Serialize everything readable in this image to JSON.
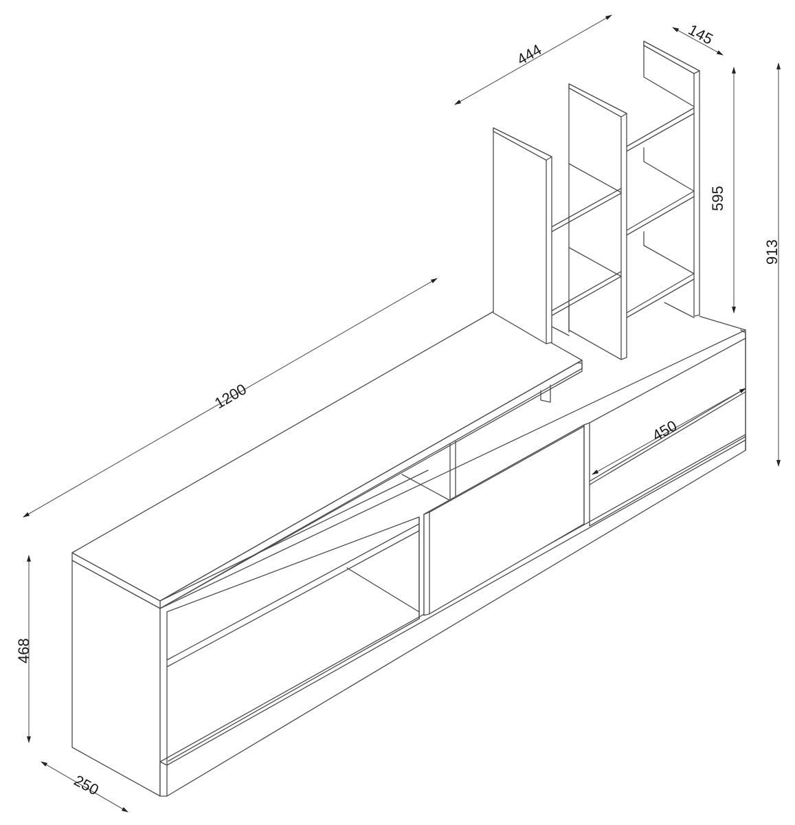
{
  "diagram": {
    "type": "isometric furniture dimension drawing",
    "subject": "TV unit with bookshelf tower",
    "colors": {
      "line": "#4a4a4a",
      "dimension_line": "#555555",
      "text": "#1a1a1a",
      "background": "#ffffff"
    },
    "dimensions": {
      "total_width": {
        "value": "1200",
        "label": "1200"
      },
      "shelf_tower_width": {
        "value": "444",
        "label": "444"
      },
      "shelf_tower_depth": {
        "value": "145",
        "label": "145"
      },
      "shelf_tower_height": {
        "value": "595",
        "label": "595"
      },
      "total_height": {
        "value": "913",
        "label": "913"
      },
      "drawer_width": {
        "value": "450",
        "label": "450"
      },
      "cabinet_height": {
        "value": "468",
        "label": "468"
      },
      "cabinet_depth": {
        "value": "250",
        "label": "250"
      }
    },
    "components": [
      "base-cabinet",
      "open-compartments",
      "flap-door",
      "drawers",
      "plinth",
      "top-shelf-extension",
      "shelf-tower"
    ]
  }
}
